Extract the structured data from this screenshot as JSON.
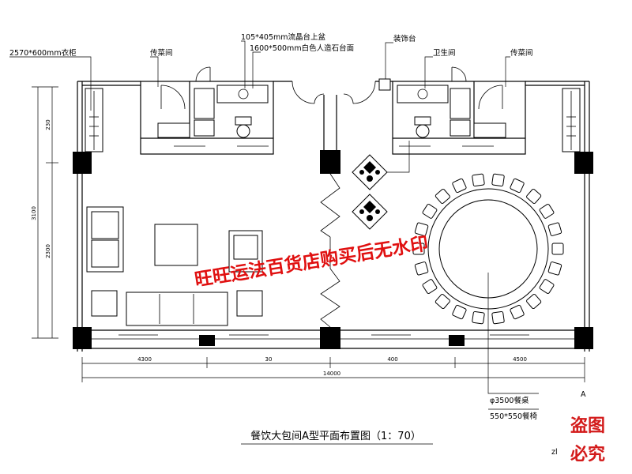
{
  "title": "餐饮大包间A型平面布置图（1：70）",
  "labels": {
    "wardrobe": "2570*600mm衣柜",
    "pantry_left": "传菜间",
    "pantry_right": "传菜间",
    "basin": "105*405mm流晶台上盆",
    "counter": "1600*500mm白色人造石台面",
    "service_counter": "装饰台",
    "toilet": "卫生间",
    "table_note_1": "φ3500餐桌",
    "table_note_2": "550*550餐椅",
    "small_tag_1": "A",
    "small_tag_2": "zl"
  },
  "dimensions": {
    "bottom_segments": [
      "4300",
      "30",
      "400",
      "4500"
    ],
    "bottom_total": "14000",
    "left_top": "230",
    "left_total": "3100",
    "left_bottom": "2300"
  },
  "watermark": "旺旺运法百货店购买后无水印",
  "seal": [
    "盗图",
    "必究"
  ]
}
